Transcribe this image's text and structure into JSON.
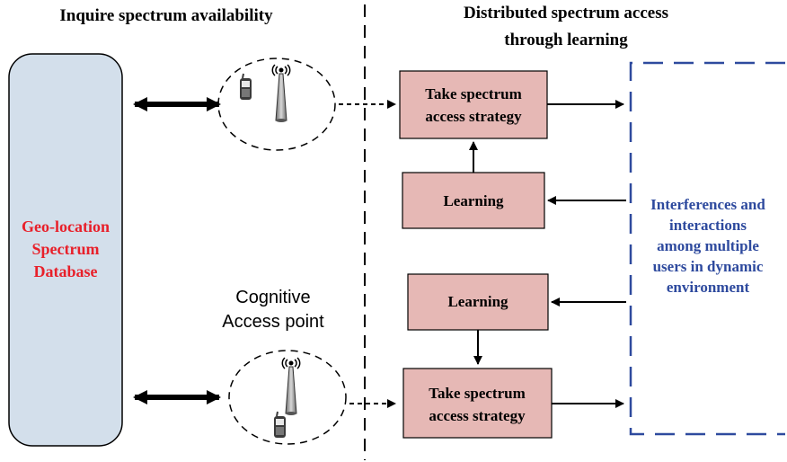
{
  "headers": {
    "left": "Inquire spectrum availability",
    "right_line1": "Distributed spectrum access",
    "right_line2": "through learning"
  },
  "database": {
    "line1": "Geo-location",
    "line2": "Spectrum",
    "line3": "Database",
    "label_color": "#e8202a",
    "fill_color": "#d3dfeb"
  },
  "access_point": {
    "line1": "Cognitive",
    "line2": "Access point"
  },
  "boxes": {
    "fill_color": "#e6b8b5",
    "top_strategy_line1": "Take spectrum",
    "top_strategy_line2": "access strategy",
    "top_learning": "Learning",
    "bottom_learning": "Learning",
    "bottom_strategy_line1": "Take spectrum",
    "bottom_strategy_line2": "access strategy"
  },
  "environment": {
    "line1": "Interferences and",
    "line2": "interactions",
    "line3": "among multiple",
    "line4": "users in dynamic",
    "line5": "environment",
    "color": "#2e4a9e"
  },
  "icons": [
    "mobile-phone-icon",
    "antenna-tower-icon"
  ]
}
